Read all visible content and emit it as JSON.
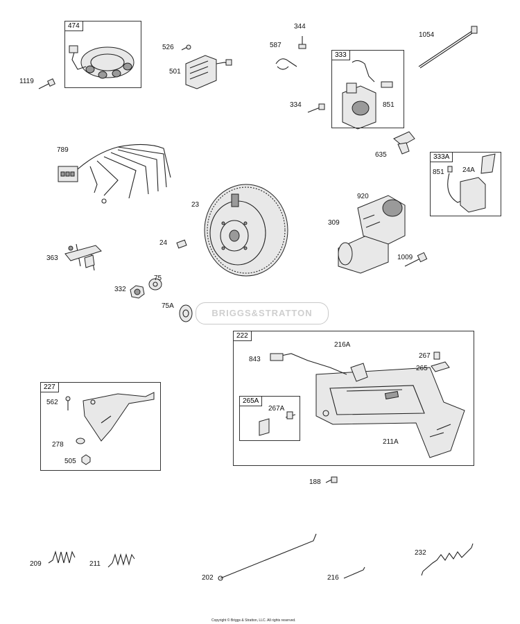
{
  "groups": {
    "g474": "474",
    "g333": "333",
    "g333A": "333A",
    "g222": "222",
    "g265A": "265A",
    "g227": "227"
  },
  "labels": {
    "p1119": "1119",
    "p526": "526",
    "p501": "501",
    "p344": "344",
    "p587": "587",
    "p1054": "1054",
    "p334": "334",
    "p851": "851",
    "p789": "789",
    "p635": "635",
    "p851b": "851",
    "p24A": "24A",
    "p23": "23",
    "p920": "920",
    "p309": "309",
    "p24": "24",
    "p363": "363",
    "p1009": "1009",
    "p75": "75",
    "p332": "332",
    "p75A": "75A",
    "p216A": "216A",
    "p843": "843",
    "p267": "267",
    "p265": "265",
    "p267A": "267A",
    "p211A": "211A",
    "p562": "562",
    "p278": "278",
    "p505": "505",
    "p188": "188",
    "p209": "209",
    "p211": "211",
    "p202": "202",
    "p216": "216",
    "p232": "232"
  },
  "watermark": "BRIGGS&STRATTON",
  "copyright": "Copyright © Briggs & Stratton, LLC. All rights reserved."
}
